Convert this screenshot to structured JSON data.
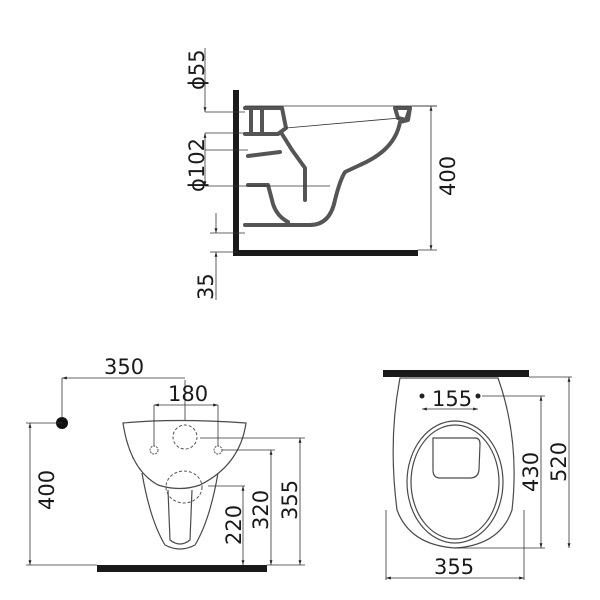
{
  "title": "Wall-hung toilet dimension drawing",
  "views": {
    "side": {
      "labels": {
        "inlet_diameter": "ϕ55",
        "outlet_diameter": "ϕ102",
        "height": "400",
        "floor_clearance": "35"
      }
    },
    "front": {
      "labels": {
        "pipe_offset": "350",
        "bolt_spacing": "180",
        "pipe_height": "400",
        "outlet_height": "220",
        "bolt_height": "320",
        "inlet_height": "355"
      }
    },
    "top": {
      "labels": {
        "seat_bolt_spacing": "155",
        "bolt_to_front": "430",
        "total_depth": "520",
        "width": "355"
      }
    }
  },
  "colors": {
    "line": "#333333",
    "wall": "#1a1a1a",
    "background": "#ffffff"
  }
}
